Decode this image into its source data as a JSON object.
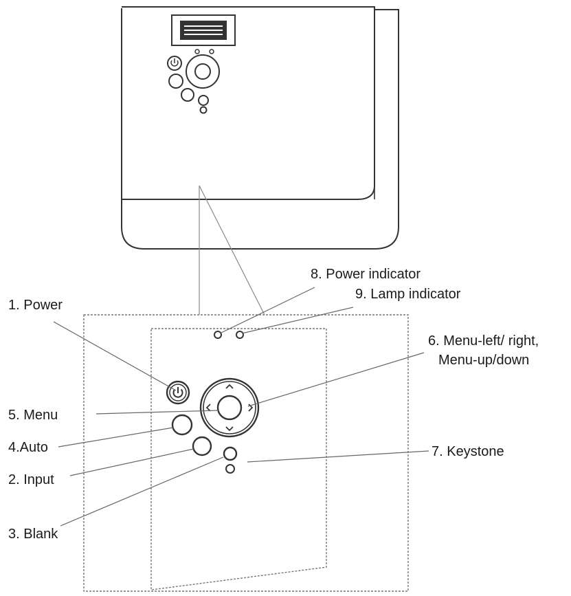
{
  "labels": {
    "power": "1. Power",
    "input": "2. Input",
    "blank": "3. Blank",
    "auto": "4.Auto",
    "menu": "5. Menu",
    "menu_nav_line1": "6. Menu-left/ right,",
    "menu_nav_line2": "Menu-up/down",
    "keystone": "7. Keystone",
    "power_indicator": "8. Power indicator",
    "lamp_indicator": "9. Lamp indicator"
  },
  "icons": {
    "power_symbol": "power-icon"
  },
  "colors": {
    "stroke": "#333333",
    "leader": "#666666",
    "text": "#1a1a1a"
  }
}
